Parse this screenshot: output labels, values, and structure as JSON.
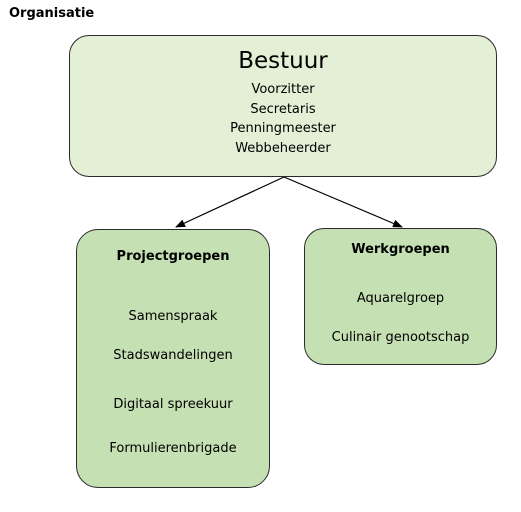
{
  "title": "Organisatie",
  "board": {
    "title": "Bestuur",
    "roles": [
      "Voorzitter",
      "Secretaris",
      "Penningmeester",
      "Webbeheerder"
    ]
  },
  "project_groups": {
    "title": "Projectgroepen",
    "items": [
      "Samenspraak",
      "Stadswandelingen",
      "Digitaal spreekuur",
      "Formulierenbrigade"
    ]
  },
  "work_groups": {
    "title": "Werkgroepen",
    "items": [
      "Aquarelgroep",
      "Culinair genootschap"
    ]
  },
  "colors": {
    "board_fill": "#e3f0d6",
    "group_fill": "#c5e0b3",
    "border": "#2b2b2b"
  }
}
